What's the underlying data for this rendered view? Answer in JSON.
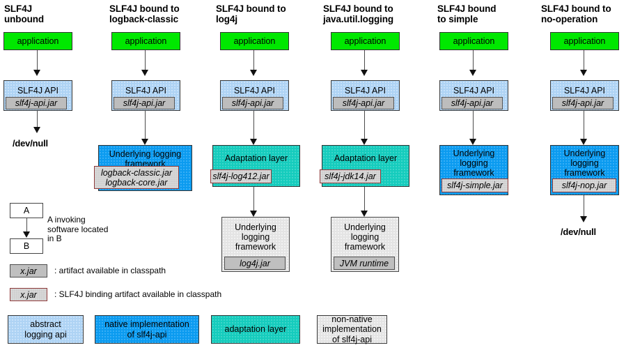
{
  "diagram": {
    "title_text_columns": [
      "SLF4J\nunbound",
      "SLF4J bound to\nlogback-classic",
      "SLF4J bound to\nlog4j",
      "SLF4J bound to\njava.util.logging",
      "SLF4J bound\nto simple",
      "SLF4J bound to\nno-operation"
    ]
  },
  "columns": [
    {
      "id": "unbound",
      "title": "SLF4J\nunbound",
      "application": "application",
      "api": "SLF4J API",
      "api_jar": "slf4j-api.jar",
      "terminal": "/dev/null"
    },
    {
      "id": "logback-classic",
      "title": "SLF4J bound to\nlogback-classic",
      "application": "application",
      "api": "SLF4J API",
      "api_jar": "slf4j-api.jar",
      "impl": "Underlying logging\nframework",
      "impl_jar": "logback-classic.jar\nlogback-core.jar"
    },
    {
      "id": "log4j",
      "title": "SLF4J bound to\nlog4j",
      "application": "application",
      "api": "SLF4J API",
      "api_jar": "slf4j-api.jar",
      "adaptation": "Adaptation layer",
      "adaptation_jar": "slf4j-log412.jar",
      "impl": "Underlying\nlogging\nframework",
      "impl_jar": "log4j.jar"
    },
    {
      "id": "java-util-logging",
      "title": "SLF4J bound to\njava.util.logging",
      "application": "application",
      "api": "SLF4J API",
      "api_jar": "slf4j-api.jar",
      "adaptation": "Adaptation layer",
      "adaptation_jar": "slf4j-jdk14.jar",
      "impl": "Underlying\nlogging\nframework",
      "impl_jar": "JVM runtime"
    },
    {
      "id": "simple",
      "title": "SLF4J bound\nto simple",
      "application": "application",
      "api": "SLF4J API",
      "api_jar": "slf4j-api.jar",
      "impl": "Underlying\nlogging\nframework",
      "impl_jar": "slf4j-simple.jar"
    },
    {
      "id": "no-operation",
      "title": "SLF4J bound to\nno-operation",
      "application": "application",
      "api": "SLF4J API",
      "api_jar": "slf4j-api.jar",
      "impl": "Underlying\nlogging\nframework",
      "impl_jar": "slf4j-nop.jar",
      "terminal": "/dev/null"
    }
  ],
  "legend": {
    "box_a": "A",
    "box_b": "B",
    "arrow_caption": "A invoking\nsoftware located\nin B",
    "artifact_chip": "x.jar",
    "artifact_caption": ": artifact available in classpath",
    "binding_chip": "x.jar",
    "binding_caption": ": SLF4J binding artifact available in classpath",
    "swatches": [
      {
        "label": "abstract\nlogging api",
        "color": "#aed3f4"
      },
      {
        "label": "native implementation\nof slf4j-api",
        "color": "#0b9bf0"
      },
      {
        "label": "adaptation layer",
        "color": "#15ccbd"
      },
      {
        "label": "non-native\nimplementation\nof slf4j-api",
        "color": "#e4e4e4"
      }
    ]
  },
  "colors": {
    "application": "#00e800",
    "abstract_api": "#aed3f4",
    "native_impl": "#0b9bf0",
    "adaptation": "#15ccbd",
    "nonnative_impl": "#e4e4e4",
    "jar_chip": "#bdbdbd",
    "binding_border": "#8f3b3b",
    "arrow": "#4b4b4b"
  }
}
